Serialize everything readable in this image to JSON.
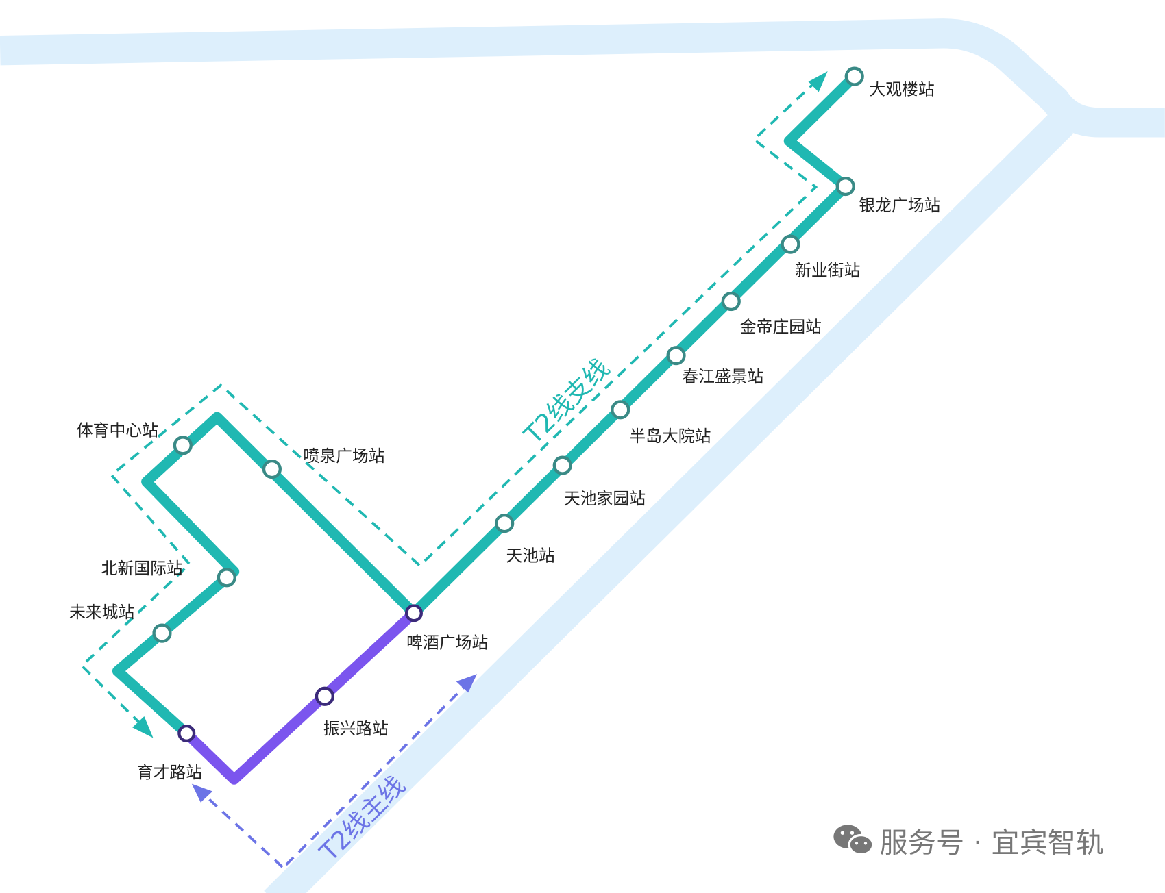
{
  "colors": {
    "branch": "#20B8B2",
    "main": "#7B55EE",
    "river": "#DDEFFC",
    "main_dash": "#6C74E6"
  },
  "lines": {
    "branch_label": "T2线支线",
    "main_label": "T2线主线"
  },
  "stations": {
    "daguanlou": "大观楼站",
    "yinlong": "银龙广场站",
    "xinyejie": "新业街站",
    "jindi": "金帝庄园站",
    "chunjiang": "春江盛景站",
    "bandao": "半岛大院站",
    "tianchijiayuan": "天池家园站",
    "tianchi": "天池站",
    "pijiu": "啤酒广场站",
    "zhenxing": "振兴路站",
    "yucai": "育才路站",
    "weilaicheng": "未来城站",
    "beixin": "北新国际站",
    "tiyu": "体育中心站",
    "penquan": "喷泉广场站"
  },
  "watermark": {
    "text": "服务号 · 宜宾智轨",
    "icon": "wechat-icon"
  }
}
